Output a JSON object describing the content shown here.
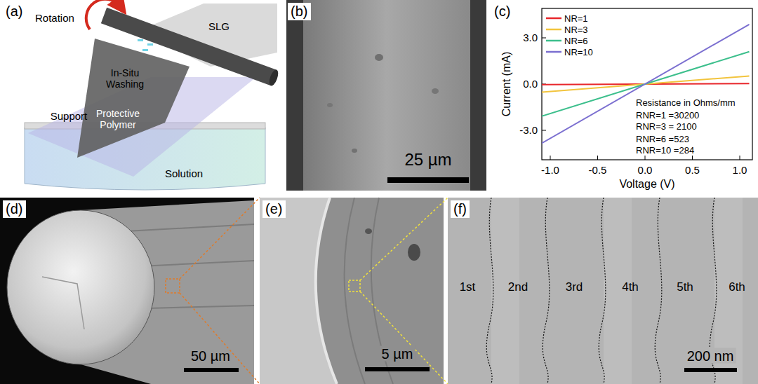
{
  "diagram": {
    "nodes": [
      {
        "text": [
          "(a)"
        ]
      },
      {
        "text": [
          "(b)"
        ]
      },
      {
        "text": [
          "(c)"
        ]
      },
      {
        "text": [
          "(d)"
        ]
      },
      {
        "text": [
          "(e)"
        ]
      },
      {
        "text": [
          "(f)"
        ]
      }
    ],
    "labels": [
      "Rotation",
      "SLG",
      "In-Situ Washing",
      "Support",
      "Protective Polymer",
      "Solution",
      "25 µm",
      "3.0",
      "0.0",
      "-3.0",
      "-1.0",
      "-0.5",
      "0.0",
      "0.5",
      "1.0",
      "Current (mA)",
      "Voltage (V)",
      "Resistance in Ohms/mm",
      "RNR=1 =30200",
      "RNR=3 = 2100",
      "RNR=6 =523",
      "RNR=10 =284",
      "50 µm",
      "5 µm",
      "200 nm",
      "1st",
      "2nd",
      "3rd",
      "4th",
      "5th",
      "6th"
    ],
    "legend": [
      {
        "text": "NR=1",
        "color": "#e8262b"
      },
      {
        "text": "NR=3",
        "color": "#f2c43d"
      },
      {
        "text": "NR=6",
        "color": "#3cbf8c"
      },
      {
        "text": "NR=10",
        "color": "#7b6fd0"
      }
    ]
  }
}
